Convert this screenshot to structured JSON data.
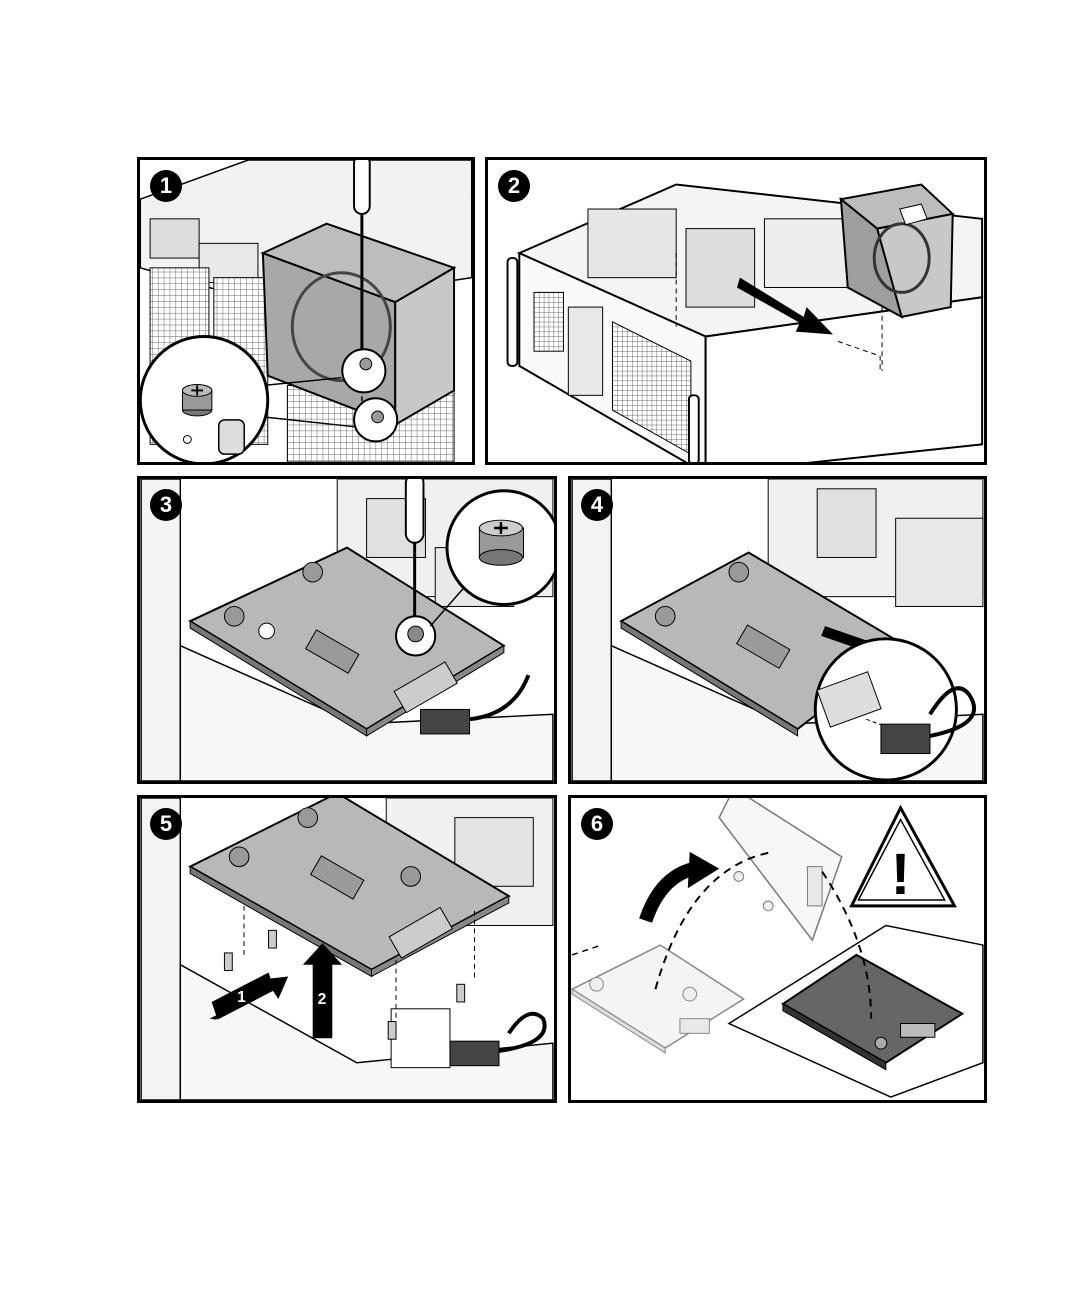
{
  "steps": [
    {
      "number": "1"
    },
    {
      "number": "2"
    },
    {
      "number": "3"
    },
    {
      "number": "4"
    },
    {
      "number": "5",
      "arrow_labels": [
        "1",
        "2"
      ]
    },
    {
      "number": "6"
    }
  ],
  "caution_symbol": "!"
}
